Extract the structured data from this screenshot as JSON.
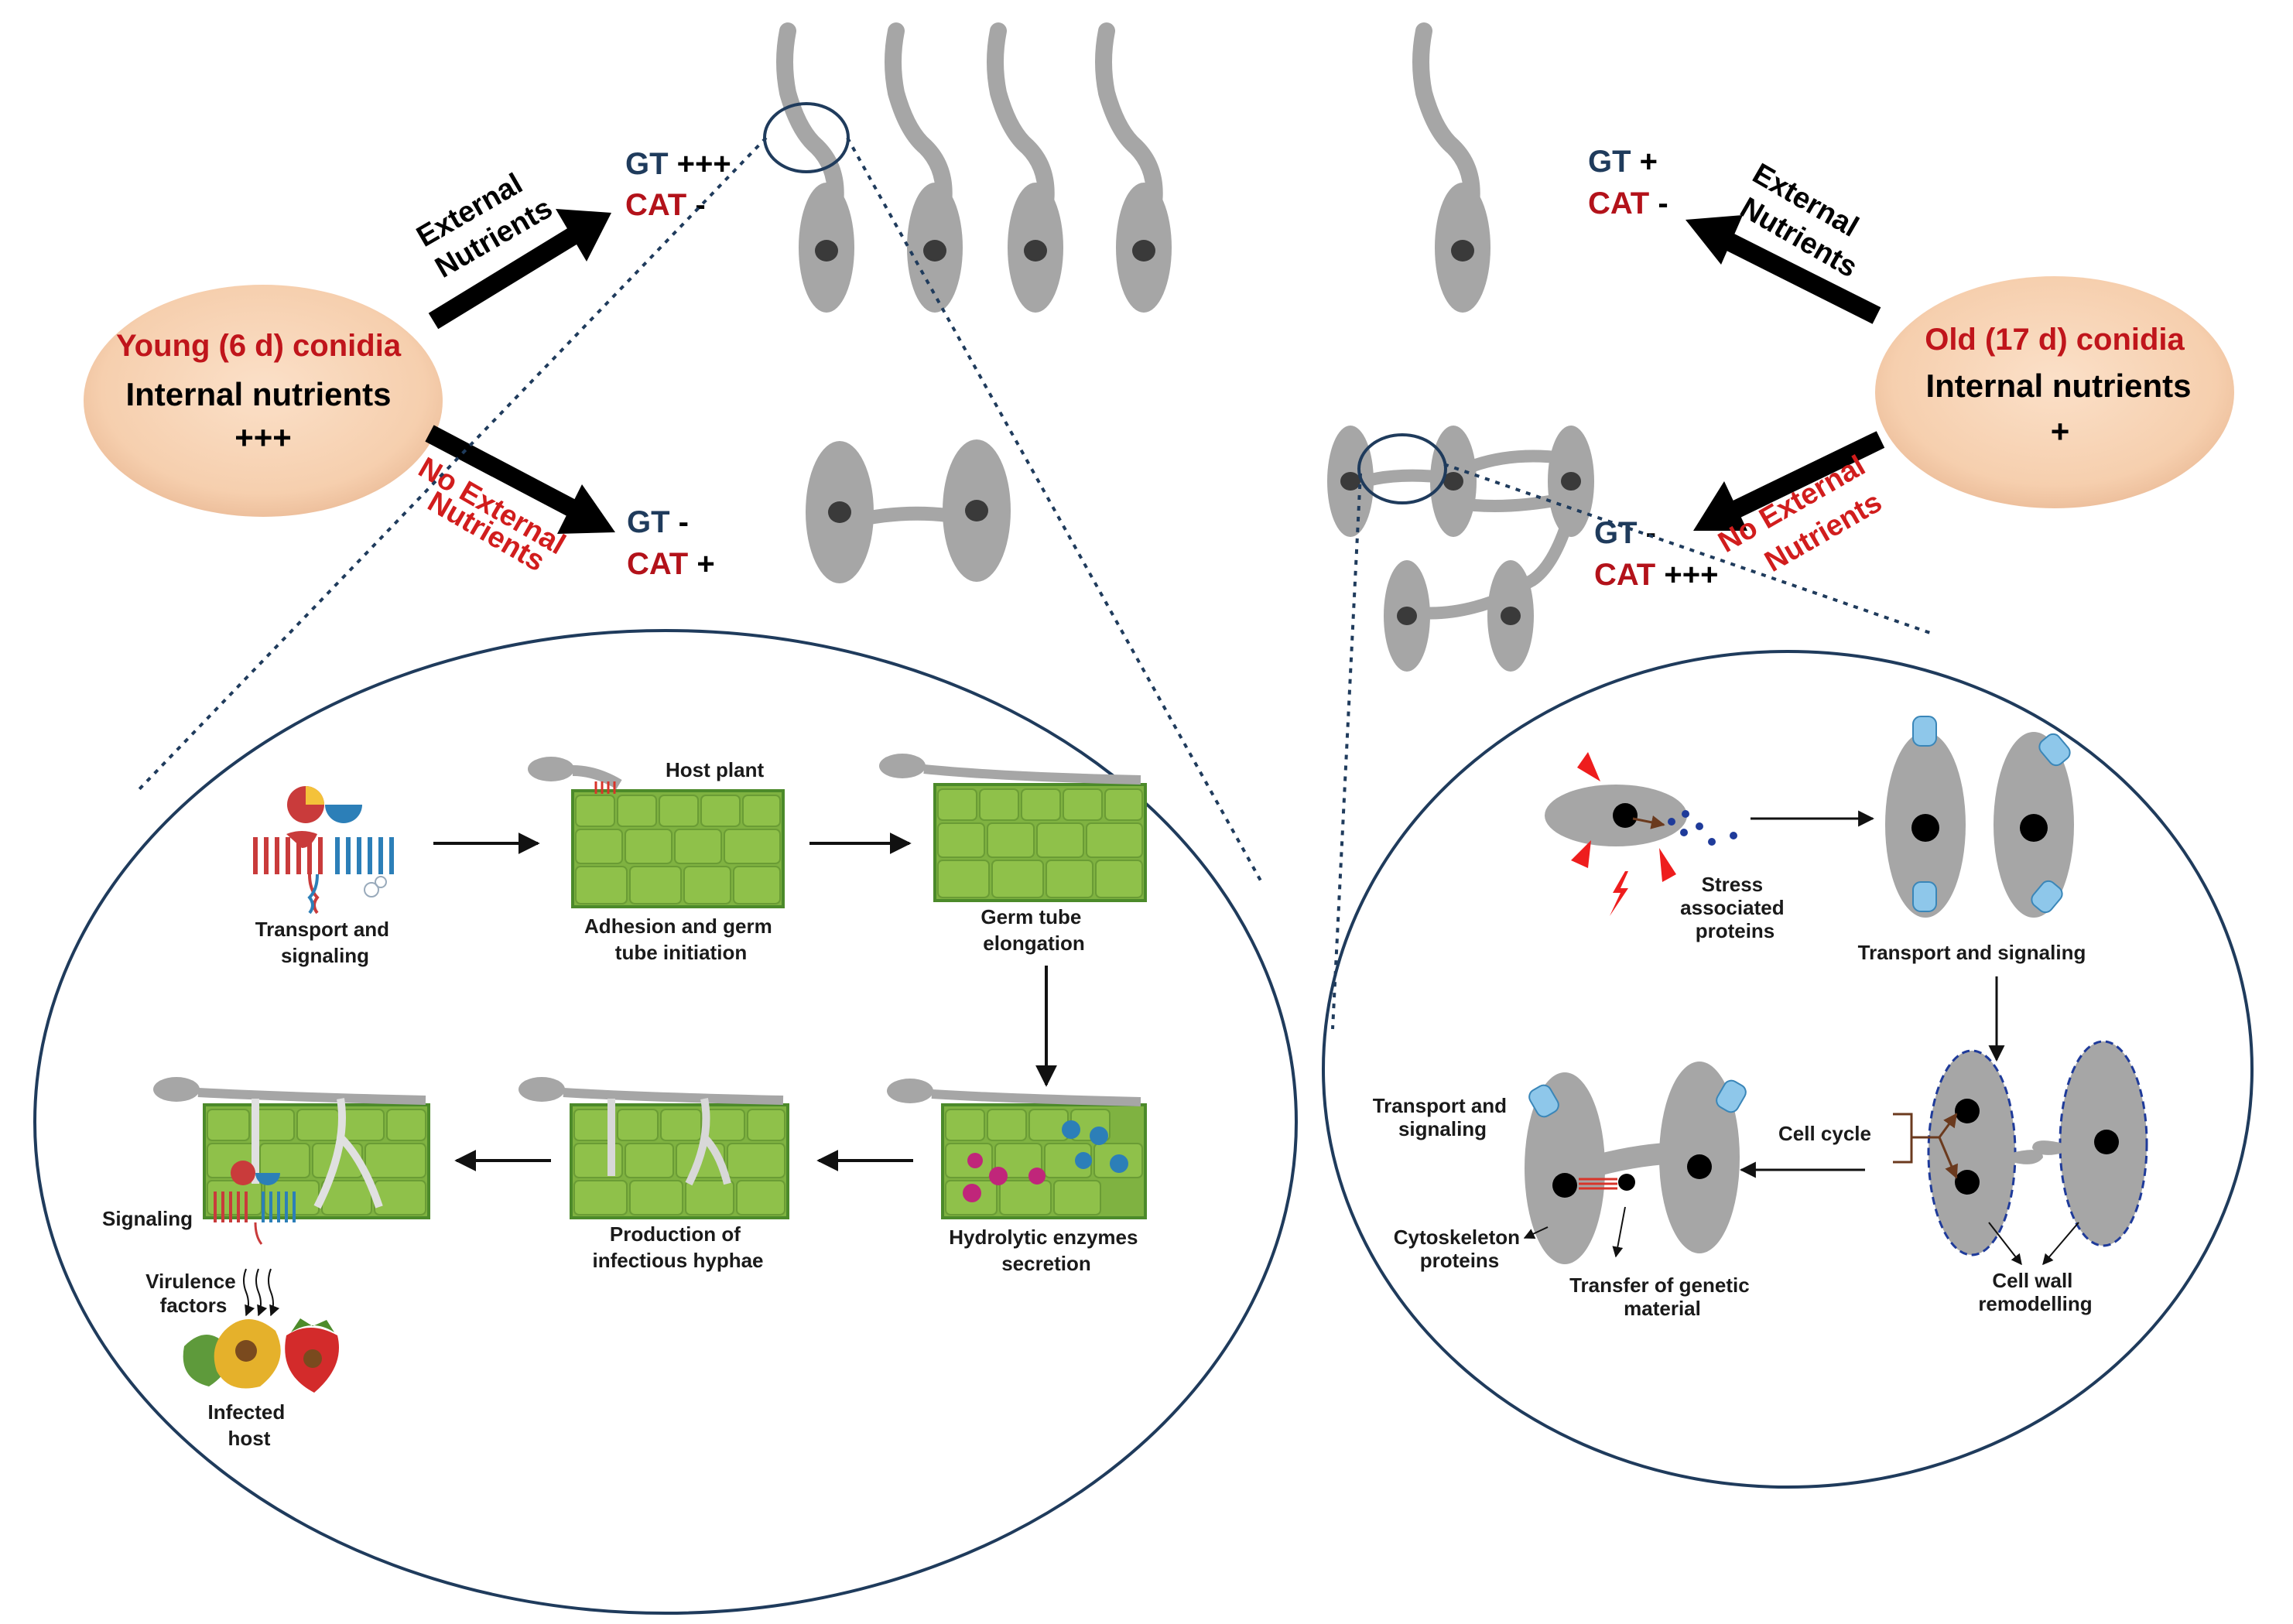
{
  "colors": {
    "young_label": "#c0151b",
    "old_label": "#c0151b",
    "gt_text": "#1f3b5c",
    "cat_text": "#b3121a",
    "no_nutrient_text": "#d11d1d",
    "conidia_fill": "#f8d3b4",
    "cell_gray": "#a6a6a6",
    "tissue_green": "#7fb241",
    "circle_stroke": "#1f3b5c"
  },
  "young": {
    "title": "Young (6 d) conidia",
    "line1": "Internal nutrients",
    "line2": "+++"
  },
  "old": {
    "title": "Old (17 d) conidia",
    "line1": "Internal nutrients",
    "line2": "+"
  },
  "arrows": {
    "young_external_1": "External",
    "young_external_2": "Nutrients",
    "young_none_1": "No External",
    "young_none_2": "Nutrients",
    "old_external_1": "External",
    "old_external_2": "Nutrients",
    "old_none_1": "No External",
    "old_none_2": "Nutrients"
  },
  "markers": {
    "young_ext": {
      "gt_label": "GT",
      "gt_level": "+++",
      "cat_label": "CAT",
      "cat_level": "-"
    },
    "young_none": {
      "gt_label": "GT",
      "gt_level": "-",
      "cat_label": "CAT",
      "cat_level": "+"
    },
    "old_ext": {
      "gt_label": "GT",
      "gt_level": "+",
      "cat_label": "CAT",
      "cat_level": "-"
    },
    "old_none": {
      "gt_label": "GT",
      "gt_level": "-",
      "cat_label": "CAT",
      "cat_level": "+++"
    }
  },
  "left_panel": {
    "transport": [
      "Transport and",
      "signaling"
    ],
    "host_plant": "Host plant",
    "adhesion": [
      "Adhesion and germ",
      "tube initiation"
    ],
    "elongation": [
      "Germ tube",
      "elongation"
    ],
    "hydrolytic": [
      "Hydrolytic enzymes",
      "secretion"
    ],
    "production": [
      "Production of",
      "infectious hyphae"
    ],
    "signaling": "Signaling",
    "virulence": [
      "Virulence",
      "factors"
    ],
    "infected": [
      "Infected",
      "host"
    ]
  },
  "right_panel": {
    "stress": [
      "Stress",
      "associated",
      "proteins"
    ],
    "transport_top": "Transport and signaling",
    "transport_left": [
      "Transport and",
      "signaling"
    ],
    "cell_cycle": "Cell cycle",
    "cytoskeleton": [
      "Cytoskeleton",
      "proteins"
    ],
    "transfer": [
      "Transfer of genetic",
      "material"
    ],
    "cell_wall": [
      "Cell wall",
      "remodelling"
    ]
  }
}
